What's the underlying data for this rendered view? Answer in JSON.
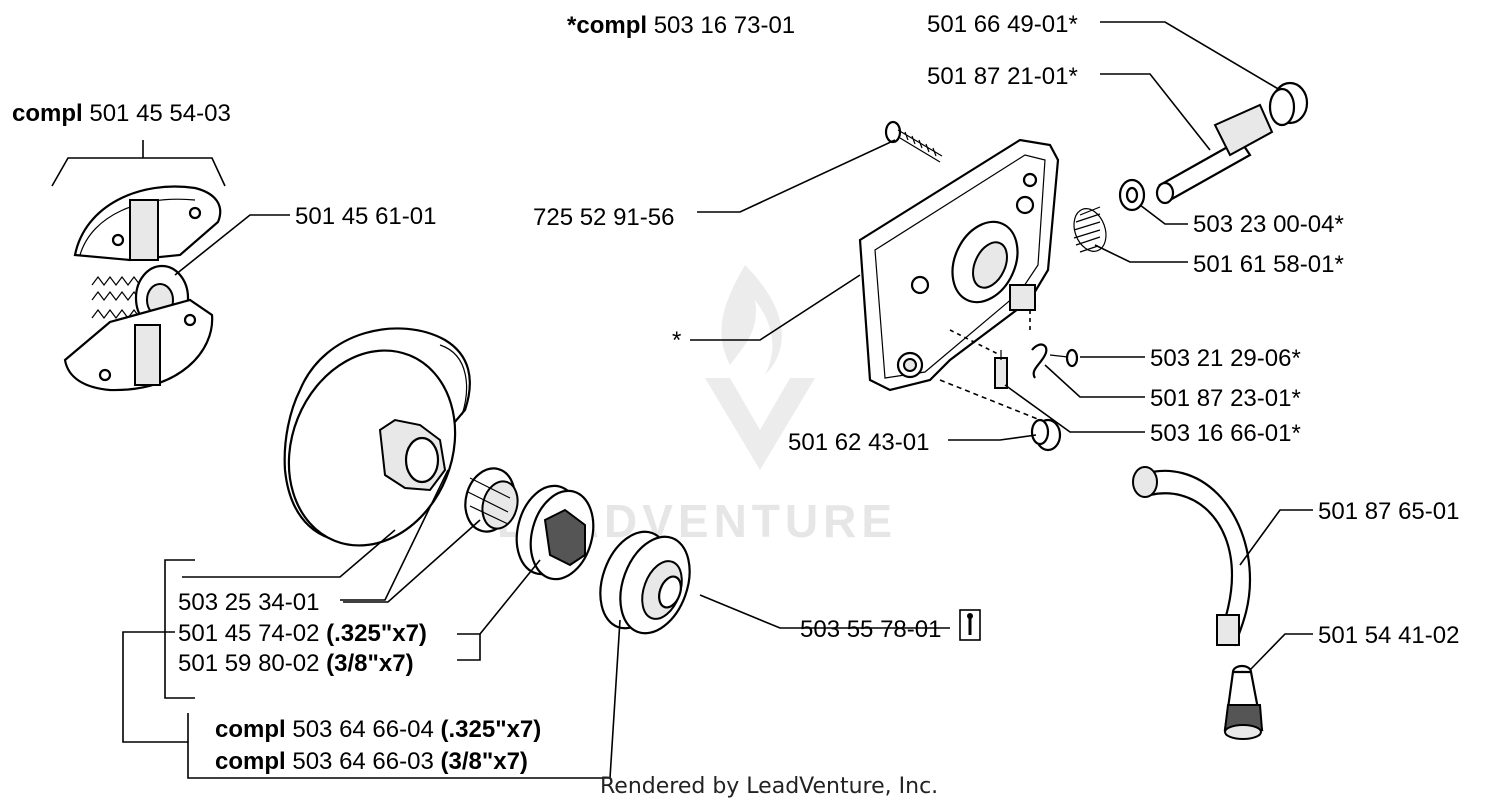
{
  "labels": {
    "main_compl": {
      "prefix": "*compl",
      "number": "503 16 73-01"
    },
    "clutch_compl": {
      "prefix": "compl",
      "number": "501 45 54-03"
    },
    "clutch_spring": "501 45 61-01",
    "bolt": "725 52 91-56",
    "pump_asterisk": "*",
    "p_50166490": "501 66 49-01*",
    "p_50187210": "501 87 21-01*",
    "p_50323000": "503 23 00-04*",
    "p_50161580": "501 61 58-01*",
    "p_50321290": "503 21 29-06*",
    "p_50187230": "501 87 23-01*",
    "p_50316660": "503 16 66-01*",
    "p_50162430": "501 62 43-01",
    "p_50187650": "501 87 65-01",
    "p_50154410": "501 54 41-02",
    "p_50355780": "503 55 78-01",
    "p_50325340": "503 25 34-01",
    "drum_325": {
      "number": "501 45 74-02",
      "spec": "(.325\"x7)"
    },
    "drum_38": {
      "number": "501 59 80-02",
      "spec": "(3/8\"x7)"
    },
    "drum_compl_325": {
      "prefix": "compl",
      "number": "503 64 66-04",
      "spec": "(.325\"x7)"
    },
    "drum_compl_38": {
      "prefix": "compl",
      "number": "503 64 66-03",
      "spec": "(3/8\"x7)"
    }
  },
  "icons": {
    "tool": "wrench-icon"
  },
  "watermark": "LEADVENTURE",
  "footer": "Rendered by LeadVenture, Inc."
}
